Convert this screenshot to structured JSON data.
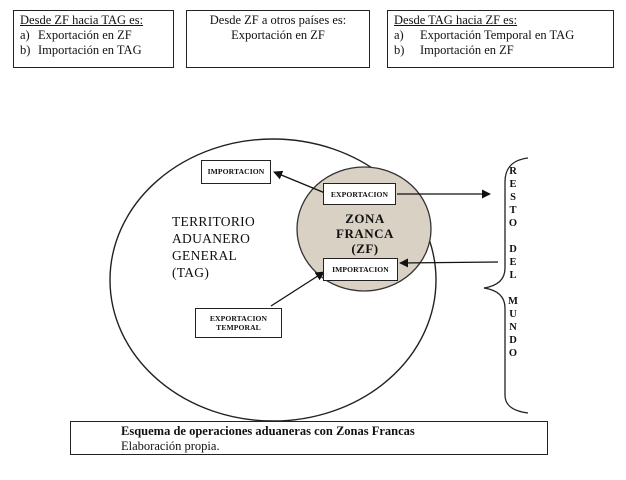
{
  "top_boxes": [
    {
      "heading": "Desde ZF hacia TAG es:",
      "items": [
        {
          "marker": "a)",
          "text": "Exportación en ZF"
        },
        {
          "marker": "b)",
          "text": "Importación en TAG"
        }
      ]
    },
    {
      "heading": "Desde ZF a otros países es:",
      "line": "Exportación en ZF"
    },
    {
      "heading": "Desde TAG hacia ZF es:",
      "items": [
        {
          "marker": "a)",
          "text": "Exportación Temporal en TAG"
        },
        {
          "marker": "b)",
          "text": "Importación en ZF"
        }
      ]
    }
  ],
  "diagram": {
    "tag_label": [
      "TERRITORIO",
      "ADUANERO",
      "GENERAL",
      "(TAG)"
    ],
    "zf_label": [
      "ZONA",
      "FRANCA",
      "(ZF)"
    ],
    "boxes": {
      "tag_import": "IMPORTACION",
      "zf_export": "EXPORTACION",
      "zf_import": "IMPORTACION",
      "tag_temp_export": [
        "EXPORTACION",
        "TEMPORAL"
      ]
    },
    "rest_of_world": [
      "R",
      "E",
      "S",
      "T",
      "O",
      "",
      "D",
      "E",
      "L",
      "",
      "M",
      "U",
      "N",
      "D",
      "O"
    ]
  },
  "caption": {
    "title": "Esquema de operaciones aduaneras con Zonas Francas",
    "source": "Elaboración propia."
  }
}
